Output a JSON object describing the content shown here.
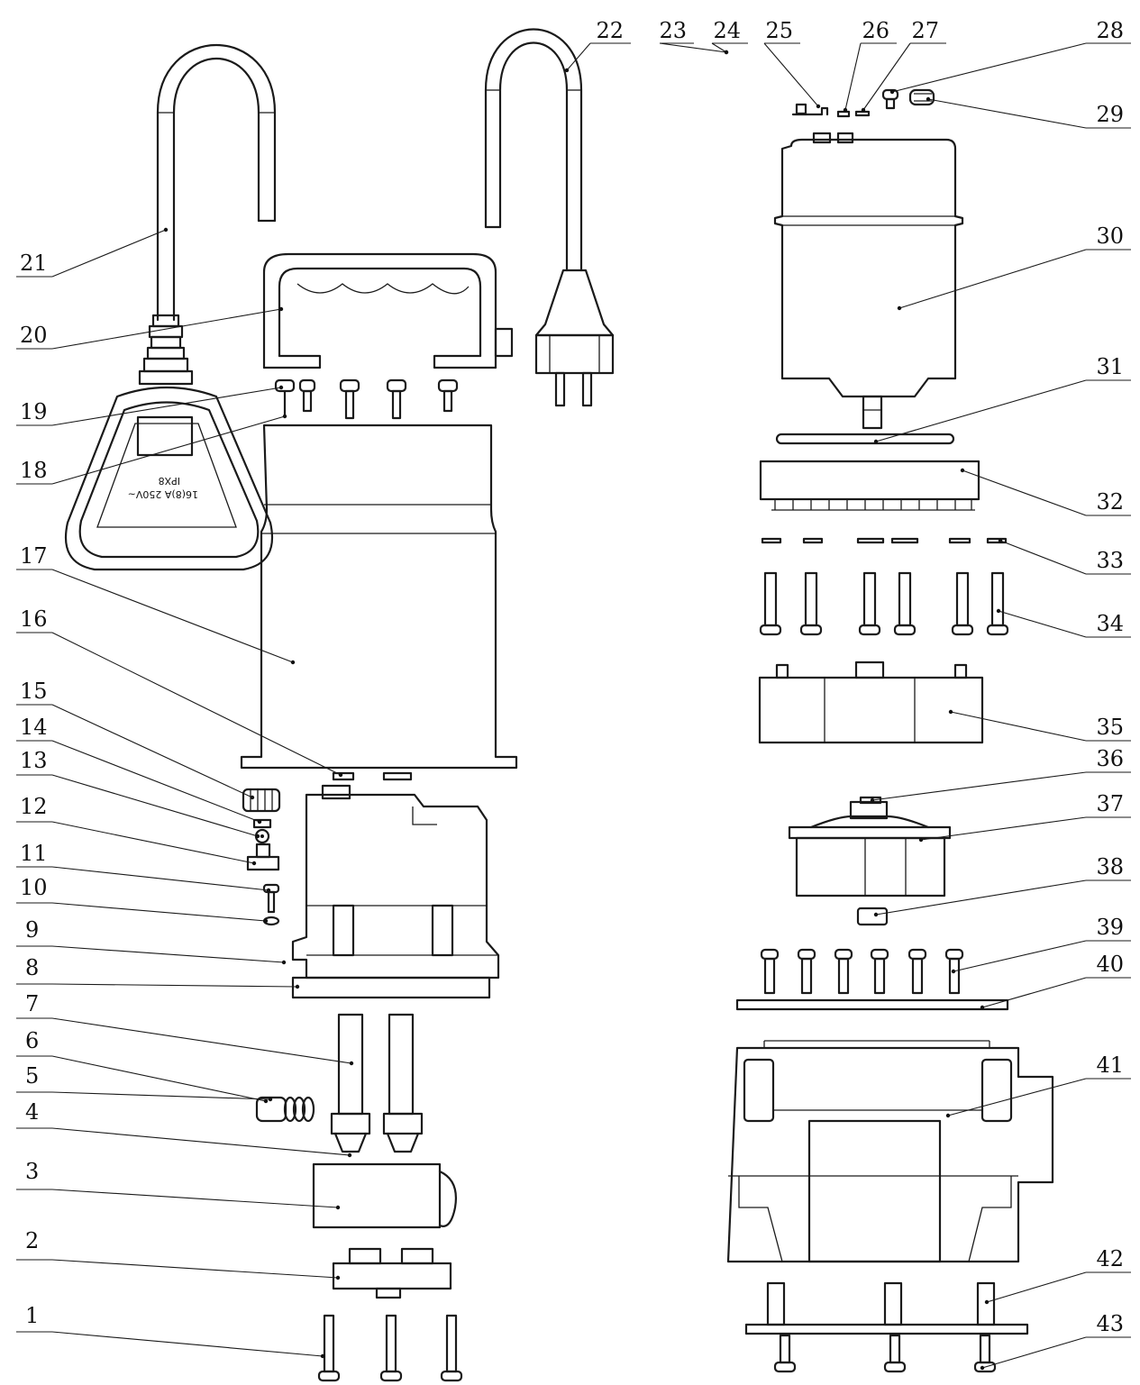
{
  "diagram": {
    "type": "exploded-parts-drawing",
    "float_label": {
      "line1": "16(8)A 250V~",
      "line2": "IPX8"
    },
    "callouts": [
      {
        "id": "1",
        "label": "1"
      },
      {
        "id": "2",
        "label": "2"
      },
      {
        "id": "3",
        "label": "3"
      },
      {
        "id": "4",
        "label": "4"
      },
      {
        "id": "5",
        "label": "5"
      },
      {
        "id": "6",
        "label": "6"
      },
      {
        "id": "7",
        "label": "7"
      },
      {
        "id": "8",
        "label": "8"
      },
      {
        "id": "9",
        "label": "9"
      },
      {
        "id": "10",
        "label": "10"
      },
      {
        "id": "11",
        "label": "11"
      },
      {
        "id": "12",
        "label": "12"
      },
      {
        "id": "13",
        "label": "13"
      },
      {
        "id": "14",
        "label": "14"
      },
      {
        "id": "15",
        "label": "15"
      },
      {
        "id": "16",
        "label": "16"
      },
      {
        "id": "17",
        "label": "17"
      },
      {
        "id": "18",
        "label": "18"
      },
      {
        "id": "19",
        "label": "19"
      },
      {
        "id": "20",
        "label": "20"
      },
      {
        "id": "21",
        "label": "21"
      },
      {
        "id": "22",
        "label": "22"
      },
      {
        "id": "23",
        "label": "23"
      },
      {
        "id": "24",
        "label": "24"
      },
      {
        "id": "25",
        "label": "25"
      },
      {
        "id": "26",
        "label": "26"
      },
      {
        "id": "27",
        "label": "27"
      },
      {
        "id": "28",
        "label": "28"
      },
      {
        "id": "29",
        "label": "29"
      },
      {
        "id": "30",
        "label": "30"
      },
      {
        "id": "31",
        "label": "31"
      },
      {
        "id": "32",
        "label": "32"
      },
      {
        "id": "33",
        "label": "33"
      },
      {
        "id": "34",
        "label": "34"
      },
      {
        "id": "35",
        "label": "35"
      },
      {
        "id": "36",
        "label": "36"
      },
      {
        "id": "37",
        "label": "37"
      },
      {
        "id": "38",
        "label": "38"
      },
      {
        "id": "39",
        "label": "39"
      },
      {
        "id": "40",
        "label": "40"
      },
      {
        "id": "41",
        "label": "41"
      },
      {
        "id": "42",
        "label": "42"
      },
      {
        "id": "43",
        "label": "43"
      }
    ]
  }
}
